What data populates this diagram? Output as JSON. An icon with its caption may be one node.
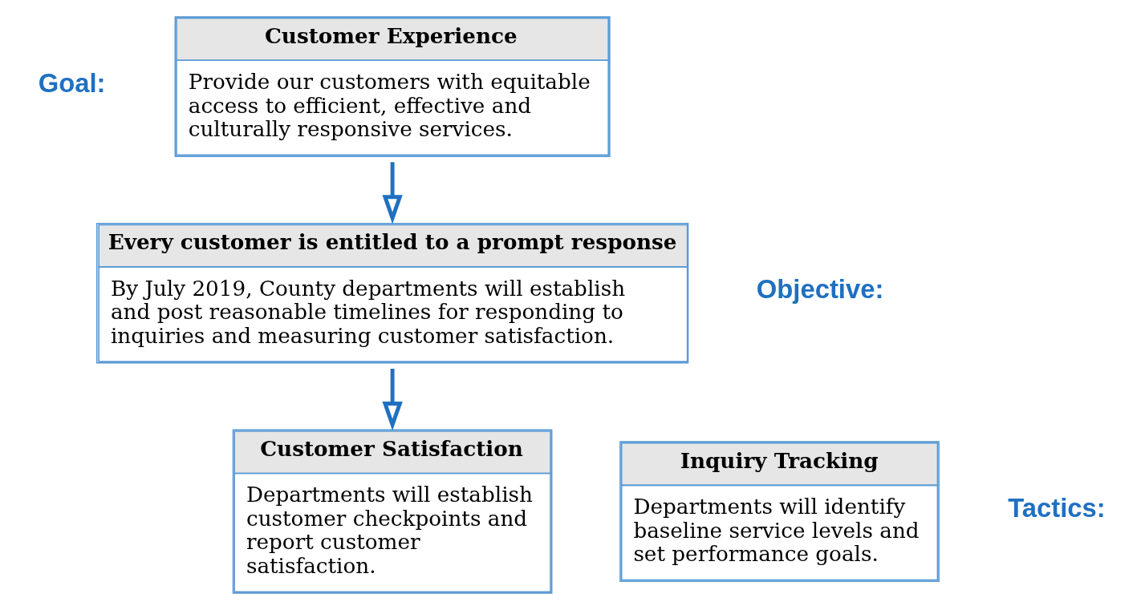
{
  "diagram": {
    "nodes": [
      {
        "text": [
          "Customer Experience",
          "Provide our customers with equitable access to efficient, effective and culturally responsive services."
        ],
        "beside": [
          "Goal:"
        ]
      },
      {
        "text": [
          "Every customer is entitled to a prompt response",
          "By July 2019, County departments will establish and post reasonable timelines for responding to inquiries and measuring customer satisfaction."
        ],
        "beside": [
          "Objective:"
        ]
      },
      {
        "text": [
          "Inquiry Tracking",
          "Departments will identify baseline service levels and set performance goals."
        ]
      },
      {
        "text": [
          "Customer Satisfaction",
          "Departments will establish customer checkpoints and report customer satisfaction."
        ]
      }
    ],
    "edges": [
      {
        "from": 0,
        "to": 1,
        "arrow": "to"
      },
      {
        "from": 1,
        "to": 3,
        "arrow": "to"
      }
    ],
    "labels": [
      "Tactics:"
    ]
  }
}
